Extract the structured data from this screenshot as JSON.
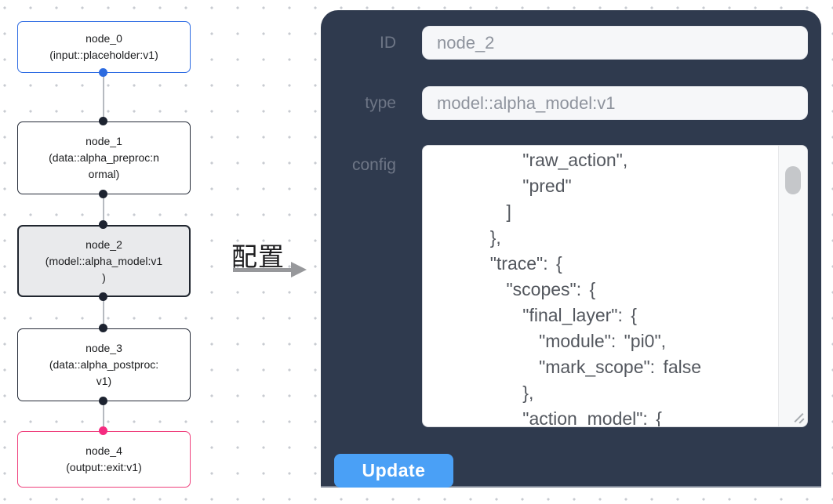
{
  "canvas": {
    "nodes": [
      {
        "id": "node_0",
        "title": "node_0",
        "type": "(input::placeholder:v1)",
        "accent": "#2e6ce3",
        "state": "normal"
      },
      {
        "id": "node_1",
        "title": "node_1",
        "type": "(data::alpha_preproc:n\normal)",
        "accent": "#252b38",
        "state": "normal"
      },
      {
        "id": "node_2",
        "title": "node_2",
        "type": "(model::alpha_model:v1\n)",
        "accent": "#20262f",
        "state": "selected"
      },
      {
        "id": "node_3",
        "title": "node_3",
        "type": "(data::alpha_postproc:\nv1)",
        "accent": "#252b38",
        "state": "normal"
      },
      {
        "id": "node_4",
        "title": "node_4",
        "type": "(output::exit:v1)",
        "accent": "#ef417d",
        "state": "normal"
      }
    ],
    "port_colors": {
      "input": "#2c6be0",
      "default": "#1d2330",
      "output": "#f52b80"
    }
  },
  "annotation": {
    "label": "配置"
  },
  "panel": {
    "background": "#2f3a4e",
    "fields": [
      {
        "label": "ID",
        "value": "node_2"
      },
      {
        "label": "type",
        "value": "model::alpha_model:v1"
      }
    ],
    "config_label": "config",
    "config_lines": [
      "           \"raw_action\",",
      "           \"pred\"",
      "         ]",
      "       },",
      "       \"trace\": {",
      "         \"scopes\": {",
      "           \"final_layer\": {",
      "             \"module\": \"pi0\",",
      "             \"mark_scope\": false",
      "           },",
      "           \"action_model\": {"
    ],
    "update_label": "Update",
    "update_color": "#4aa0f6"
  }
}
